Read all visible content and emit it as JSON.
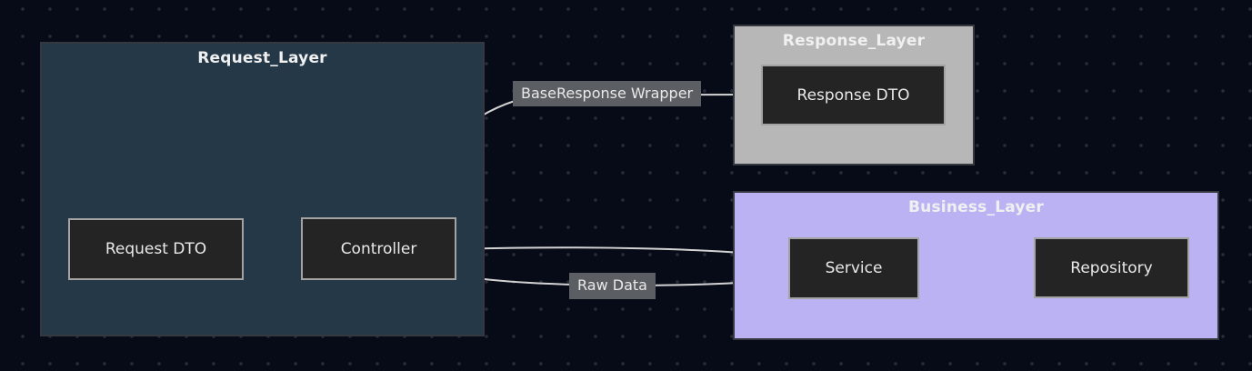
{
  "diagram": {
    "type": "flowchart",
    "clusters": [
      {
        "title": "Request_Layer"
      },
      {
        "title": "Response_Layer"
      },
      {
        "title": "Business_Layer"
      }
    ],
    "nodes": [
      {
        "label": "Request DTO",
        "cluster": "Request_Layer"
      },
      {
        "label": "Controller",
        "cluster": "Request_Layer"
      },
      {
        "label": "Response DTO",
        "cluster": "Response_Layer"
      },
      {
        "label": "Service",
        "cluster": "Business_Layer"
      },
      {
        "label": "Repository",
        "cluster": "Business_Layer"
      }
    ],
    "edges": [
      {
        "from": "Request DTO",
        "to": "Controller",
        "label": ""
      },
      {
        "from": "Controller",
        "to": "Response DTO",
        "label": "BaseResponse Wrapper"
      },
      {
        "from": "Controller",
        "to": "Service",
        "label": ""
      },
      {
        "from": "Service",
        "to": "Controller",
        "label": "Raw Data"
      },
      {
        "from": "Service",
        "to": "Repository",
        "label": ""
      },
      {
        "from": "Repository",
        "to": "Service",
        "label": ""
      }
    ],
    "colors": {
      "background": "#070b17",
      "grid_dot": "#282d3a",
      "request_layer_fill": "#253848",
      "response_layer_fill": "#b7b7b7",
      "business_layer_fill": "#bab2f3",
      "node_fill": "#242424",
      "node_border": "#a3a3a3",
      "edge": "#d3d3d3",
      "edge_label_bg": "#5b5e63",
      "text": "#eaeaea"
    }
  }
}
